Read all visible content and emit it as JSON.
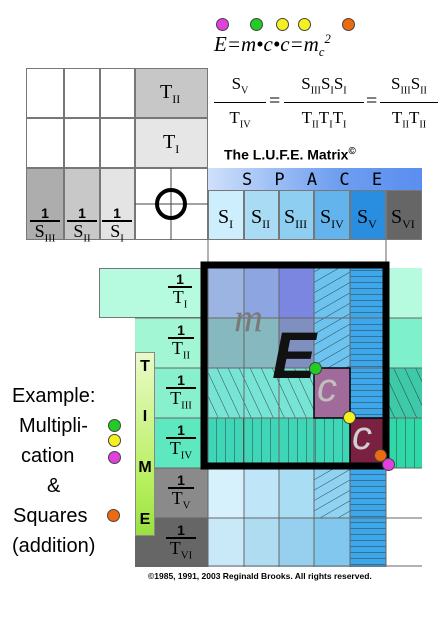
{
  "equation": {
    "main": "E=m•c•c=m",
    "subscript": "c",
    "superscript": "2"
  },
  "ratio": {
    "num1": "SV",
    "den1": "TIV",
    "num2": "SIIISISI",
    "den2": "TIITITI",
    "num3": "SIIISII",
    "den3": "TIITII"
  },
  "matrix_title": "The L.U.F.E. Matrix",
  "copyright_symbol": "©",
  "space_label": "S P A C E",
  "time_letters": [
    "T",
    "I",
    "M",
    "E"
  ],
  "top_time_labels": [
    {
      "base": "T",
      "sub": "II"
    },
    {
      "base": "T",
      "sub": "I"
    }
  ],
  "left_space_labels": [
    {
      "num": "1",
      "base": "S",
      "sub": "III"
    },
    {
      "num": "1",
      "base": "S",
      "sub": "II"
    },
    {
      "num": "1",
      "base": "S",
      "sub": "I"
    }
  ],
  "space_columns": [
    {
      "base": "S",
      "sub": "I"
    },
    {
      "base": "S",
      "sub": "II"
    },
    {
      "base": "S",
      "sub": "III"
    },
    {
      "base": "S",
      "sub": "IV"
    },
    {
      "base": "S",
      "sub": "V"
    },
    {
      "base": "S",
      "sub": "VI"
    }
  ],
  "time_rows": [
    {
      "num": "1",
      "base": "T",
      "sub": "I"
    },
    {
      "num": "1",
      "base": "T",
      "sub": "II"
    },
    {
      "num": "1",
      "base": "T",
      "sub": "III"
    },
    {
      "num": "1",
      "base": "T",
      "sub": "IV"
    },
    {
      "num": "1",
      "base": "T",
      "sub": "V"
    },
    {
      "num": "1",
      "base": "T",
      "sub": "VI"
    }
  ],
  "big_letters": {
    "m": "m",
    "E": "E",
    "c1": "c",
    "c2": "c"
  },
  "example": {
    "line1": "Example:",
    "line2": "Multipli-",
    "line3": "cation",
    "line4": "&",
    "line5": "Squares",
    "line6": "(addition)"
  },
  "footer": "©1985, 1991, 2003 Reginald Brooks. All rights reserved.",
  "colors": {
    "dot_magenta": "#e040e0",
    "dot_green": "#22cc22",
    "dot_yellow": "#f5f020",
    "dot_orange": "#ee6a10",
    "space_bar": "#6f9ff0",
    "time_bar": "#b8f060",
    "mint": "#b6fbe0"
  }
}
